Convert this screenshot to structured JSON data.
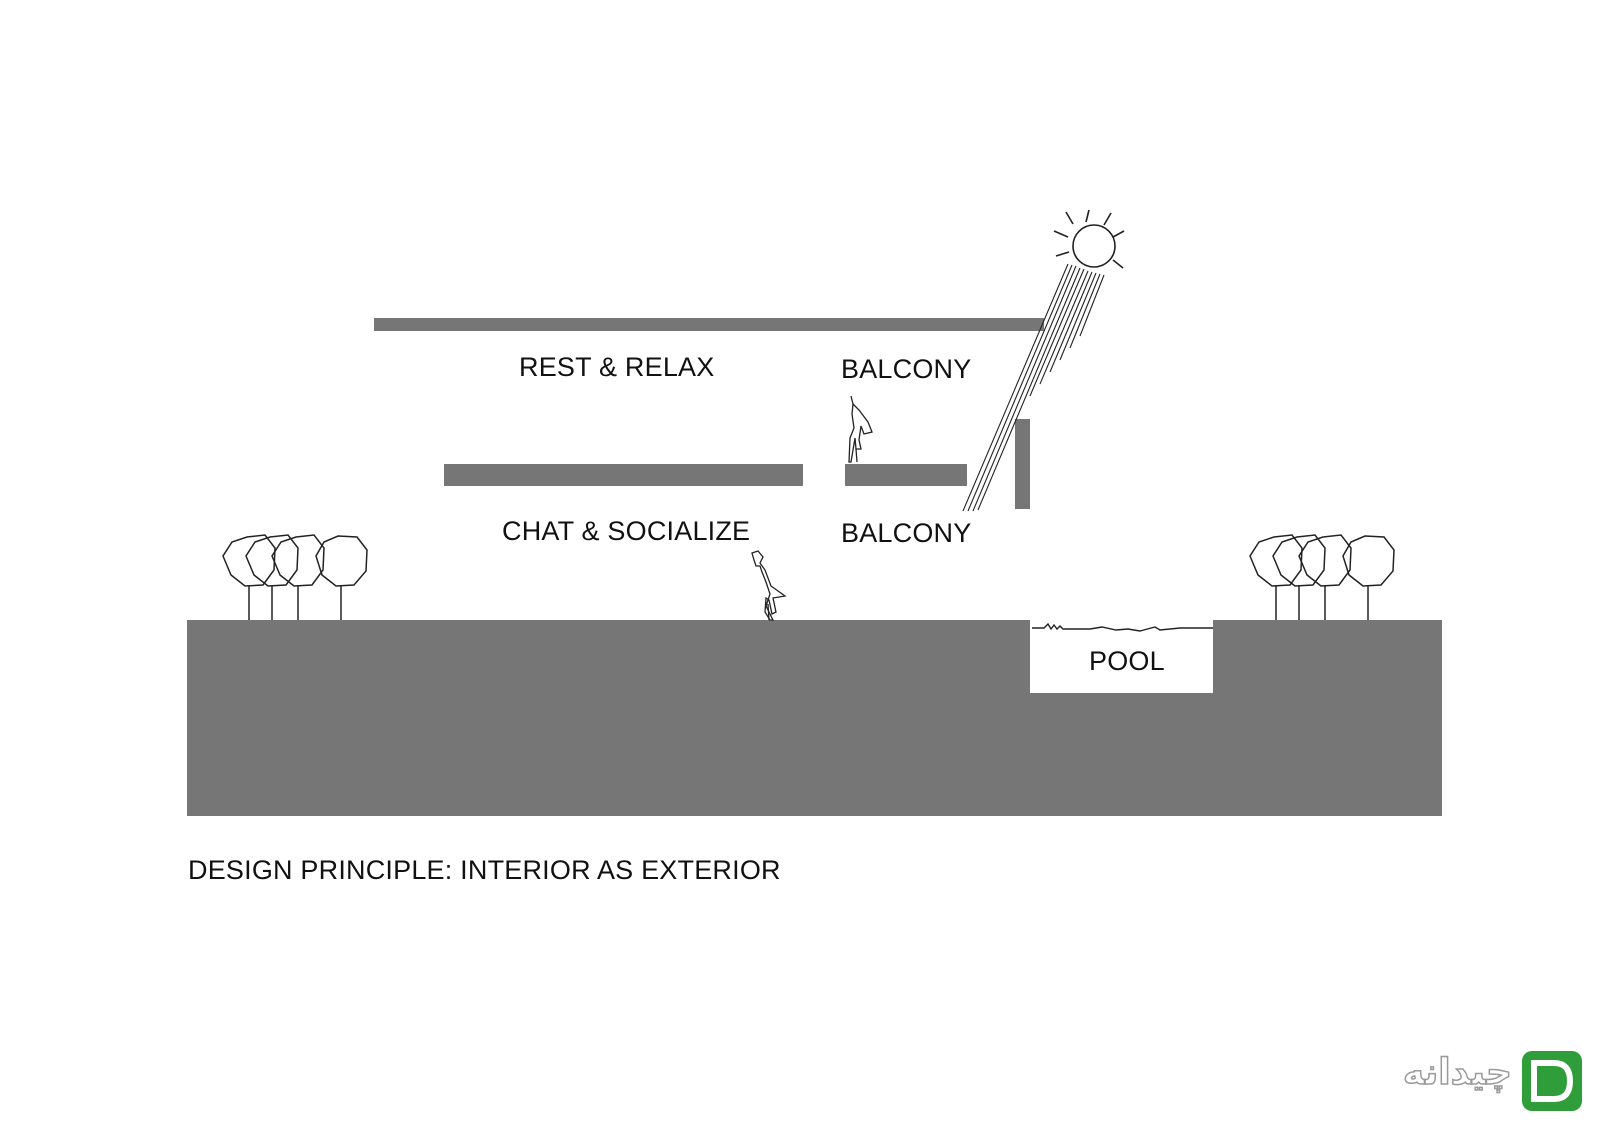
{
  "labels": {
    "upper_room": "REST & RELAX",
    "upper_balcony": "BALCONY",
    "lower_room": "CHAT & SOCIALIZE",
    "lower_balcony": "BALCONY",
    "pool": "POOL"
  },
  "caption": "DESIGN PRINCIPLE: INTERIOR AS EXTERIOR",
  "watermark": {
    "text": "چیدانه",
    "icon": "chidaneh-logo-icon",
    "brand_color": "#2f9e3a"
  },
  "colors": {
    "mass": "#767676",
    "line": "#222222",
    "background": "#ffffff"
  },
  "icons": [
    "sun-icon",
    "tree-icon",
    "person-icon"
  ]
}
